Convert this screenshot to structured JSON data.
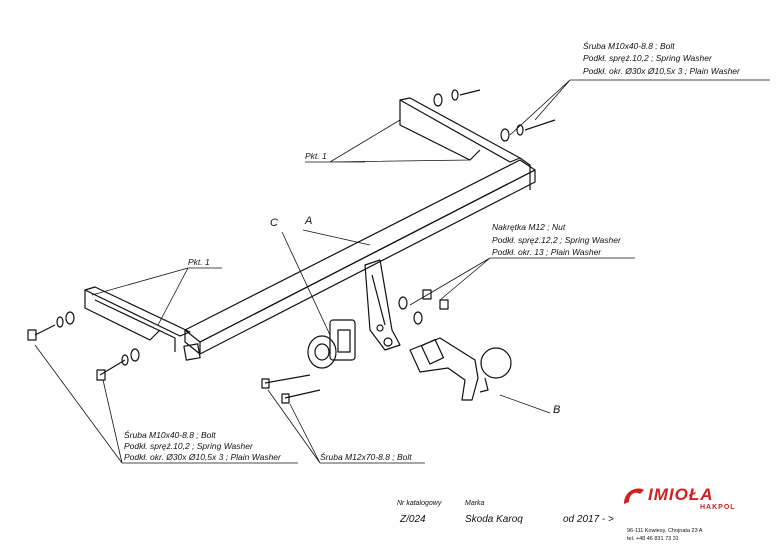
{
  "labels": {
    "bolt_top_1": "Śruba M10x40-8.8 ;  Bolt",
    "bolt_top_2": "Podkł. spręż.10,2 ; Spring Washer",
    "bolt_top_3": "Podkł. okr.  Ø30x Ø10,5x 3 ; Plain Washer",
    "pkt_top": "Pkt. 1",
    "pkt_left": "Pkt. 1",
    "nut_1": "Nakrętka  M12 ; Nut",
    "nut_2": "Podkł. spręż.12,2 ; Spring Washer",
    "nut_3": "Podkł. okr. 13 ; Plain Washer",
    "letter_a": "A",
    "letter_b": "B",
    "letter_c": "C",
    "bolt_left_1": "Śruba M10x40-8.8 ;  Bolt",
    "bolt_left_2": "Podkł. spręż.10,2 ; Spring Washer",
    "bolt_left_3": "Podkł. okr.  Ø30x Ø10,5x 3 ; Plain Washer",
    "bolt_m12": "Śruba M12x70-8.8 ;  Bolt"
  },
  "footer": {
    "catalog_label": "Nr katalogowy",
    "catalog_value": "Z/024",
    "brand_label": "Marka",
    "brand_value": "Skoda Karoq",
    "year_value": "od  2017 - >",
    "company": "IMIOŁA",
    "company_sub": "HAKPOL",
    "address": "96-111 Kowiesy, Chojnata 23 A",
    "phone": "tel. +48 46 831 73 31"
  },
  "colors": {
    "line": "#111111",
    "brand": "#d21f1f"
  }
}
